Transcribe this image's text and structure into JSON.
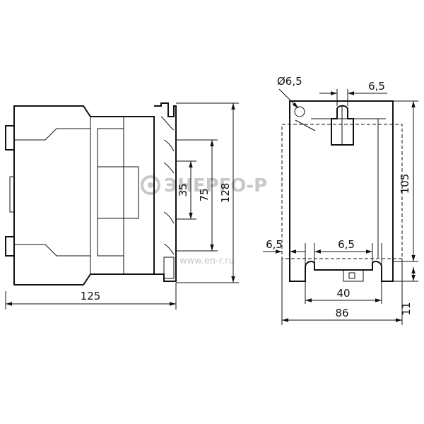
{
  "colors": {
    "line": "#111111",
    "watermark": "#c8c8c8",
    "background": "#ffffff"
  },
  "watermark": {
    "brand": "ЭНЕРГО-Р",
    "url": "www.en-r.ru"
  },
  "side_view": {
    "dim_width": "125",
    "dim_rail_35": "35",
    "dim_rail_75": "75",
    "dim_height": "128"
  },
  "front_view": {
    "dim_hole_diameter": "Ø6,5",
    "dim_top_slot": "6,5",
    "dim_height": "105",
    "dim_left_offset": "6,5",
    "dim_bottom_slot": "6,5",
    "dim_rail_gap": "40",
    "dim_width": "86",
    "dim_bottom_offset": "11"
  }
}
